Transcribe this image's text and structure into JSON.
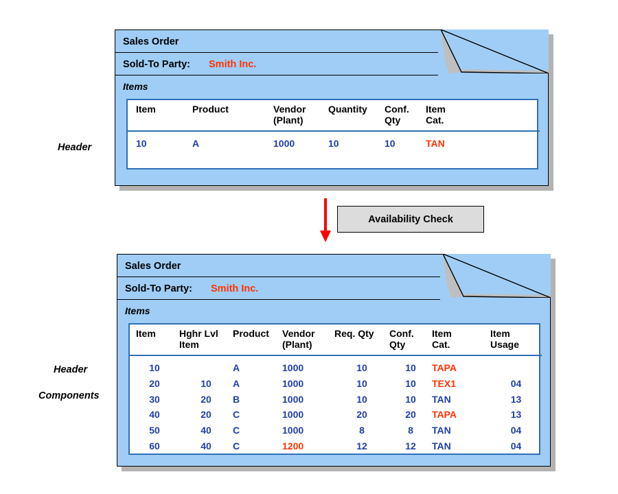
{
  "diagram": {
    "side_labels": [
      {
        "text": "Header"
      },
      {
        "text": "Header"
      },
      {
        "text": "Components"
      }
    ],
    "process_step": {
      "label": "Availability Check",
      "arrow_color": "#FF0000",
      "box_fill": "#DCDCDC"
    },
    "colors": {
      "card_fill": "#9FCDF5",
      "card_border": "#000000",
      "table_border": "#2F6FB5",
      "data_blue": "#1F3FA8",
      "highlight_red": "#FF3300",
      "shadow": "#B3B3B3",
      "fold_gray": "#BFBFBF"
    },
    "cards": [
      {
        "title": "Sales Order",
        "party_label": "Sold-To Party:",
        "party_value": "Smith Inc.",
        "items_label": "Items",
        "table": {
          "columns": [
            {
              "label": "Item",
              "align": "left"
            },
            {
              "label": "Product",
              "align": "left"
            },
            {
              "label": "Vendor\n(Plant)",
              "align": "left"
            },
            {
              "label": "Quantity",
              "align": "left"
            },
            {
              "label": "Conf.\nQty",
              "align": "left"
            },
            {
              "label": "Item\nCat.",
              "align": "left"
            }
          ],
          "rows": [
            {
              "cells": [
                {
                  "value": "10",
                  "color": "blue",
                  "align": "left"
                },
                {
                  "value": "A",
                  "color": "blue",
                  "align": "left"
                },
                {
                  "value": "1000",
                  "color": "blue",
                  "align": "left"
                },
                {
                  "value": "10",
                  "color": "blue",
                  "align": "left"
                },
                {
                  "value": "10",
                  "color": "blue",
                  "align": "left"
                },
                {
                  "value": "TAN",
                  "color": "red",
                  "align": "left"
                }
              ]
            }
          ]
        }
      },
      {
        "title": "Sales Order",
        "party_label": "Sold-To Party:",
        "party_value": "Smith Inc.",
        "items_label": "Items",
        "table": {
          "columns": [
            {
              "label": "Item",
              "align": "left"
            },
            {
              "label": "Hghr Lvl\nItem",
              "align": "left"
            },
            {
              "label": "Product",
              "align": "left"
            },
            {
              "label": "Vendor\n(Plant)",
              "align": "left"
            },
            {
              "label": "Req. Qty",
              "align": "left"
            },
            {
              "label": "Conf.\nQty",
              "align": "left"
            },
            {
              "label": "Item\nCat.",
              "align": "left"
            },
            {
              "label": "Item\nUsage",
              "align": "left"
            }
          ],
          "rows": [
            {
              "cells": [
                {
                  "value": "10",
                  "color": "blue"
                },
                {
                  "value": "",
                  "color": "blue"
                },
                {
                  "value": "A",
                  "color": "blue"
                },
                {
                  "value": "1000",
                  "color": "blue"
                },
                {
                  "value": "10",
                  "color": "blue"
                },
                {
                  "value": "10",
                  "color": "blue"
                },
                {
                  "value": "TAPA",
                  "color": "red"
                },
                {
                  "value": "",
                  "color": "blue"
                }
              ]
            },
            {
              "cells": [
                {
                  "value": "20",
                  "color": "blue"
                },
                {
                  "value": "10",
                  "color": "blue"
                },
                {
                  "value": "A",
                  "color": "blue"
                },
                {
                  "value": "1000",
                  "color": "blue"
                },
                {
                  "value": "10",
                  "color": "blue"
                },
                {
                  "value": "10",
                  "color": "blue"
                },
                {
                  "value": "TEX1",
                  "color": "red"
                },
                {
                  "value": "04",
                  "color": "blue"
                }
              ]
            },
            {
              "cells": [
                {
                  "value": "30",
                  "color": "blue"
                },
                {
                  "value": "20",
                  "color": "blue"
                },
                {
                  "value": "B",
                  "color": "blue"
                },
                {
                  "value": "1000",
                  "color": "blue"
                },
                {
                  "value": "10",
                  "color": "blue"
                },
                {
                  "value": "10",
                  "color": "blue"
                },
                {
                  "value": "TAN",
                  "color": "blue"
                },
                {
                  "value": "13",
                  "color": "blue"
                }
              ]
            },
            {
              "cells": [
                {
                  "value": "40",
                  "color": "blue"
                },
                {
                  "value": "20",
                  "color": "blue"
                },
                {
                  "value": "C",
                  "color": "blue"
                },
                {
                  "value": "1000",
                  "color": "blue"
                },
                {
                  "value": "20",
                  "color": "blue"
                },
                {
                  "value": "20",
                  "color": "blue"
                },
                {
                  "value": "TAPA",
                  "color": "red"
                },
                {
                  "value": "13",
                  "color": "blue"
                }
              ]
            },
            {
              "cells": [
                {
                  "value": "50",
                  "color": "blue"
                },
                {
                  "value": "40",
                  "color": "blue"
                },
                {
                  "value": "C",
                  "color": "blue"
                },
                {
                  "value": "1000",
                  "color": "blue"
                },
                {
                  "value": "8",
                  "color": "blue"
                },
                {
                  "value": "8",
                  "color": "blue"
                },
                {
                  "value": "TAN",
                  "color": "blue"
                },
                {
                  "value": "04",
                  "color": "blue"
                }
              ]
            },
            {
              "cells": [
                {
                  "value": "60",
                  "color": "blue"
                },
                {
                  "value": "40",
                  "color": "blue"
                },
                {
                  "value": "C",
                  "color": "blue"
                },
                {
                  "value": "1200",
                  "color": "red"
                },
                {
                  "value": "12",
                  "color": "blue"
                },
                {
                  "value": "12",
                  "color": "blue"
                },
                {
                  "value": "TAN",
                  "color": "blue"
                },
                {
                  "value": "04",
                  "color": "blue"
                }
              ]
            }
          ]
        }
      }
    ]
  }
}
